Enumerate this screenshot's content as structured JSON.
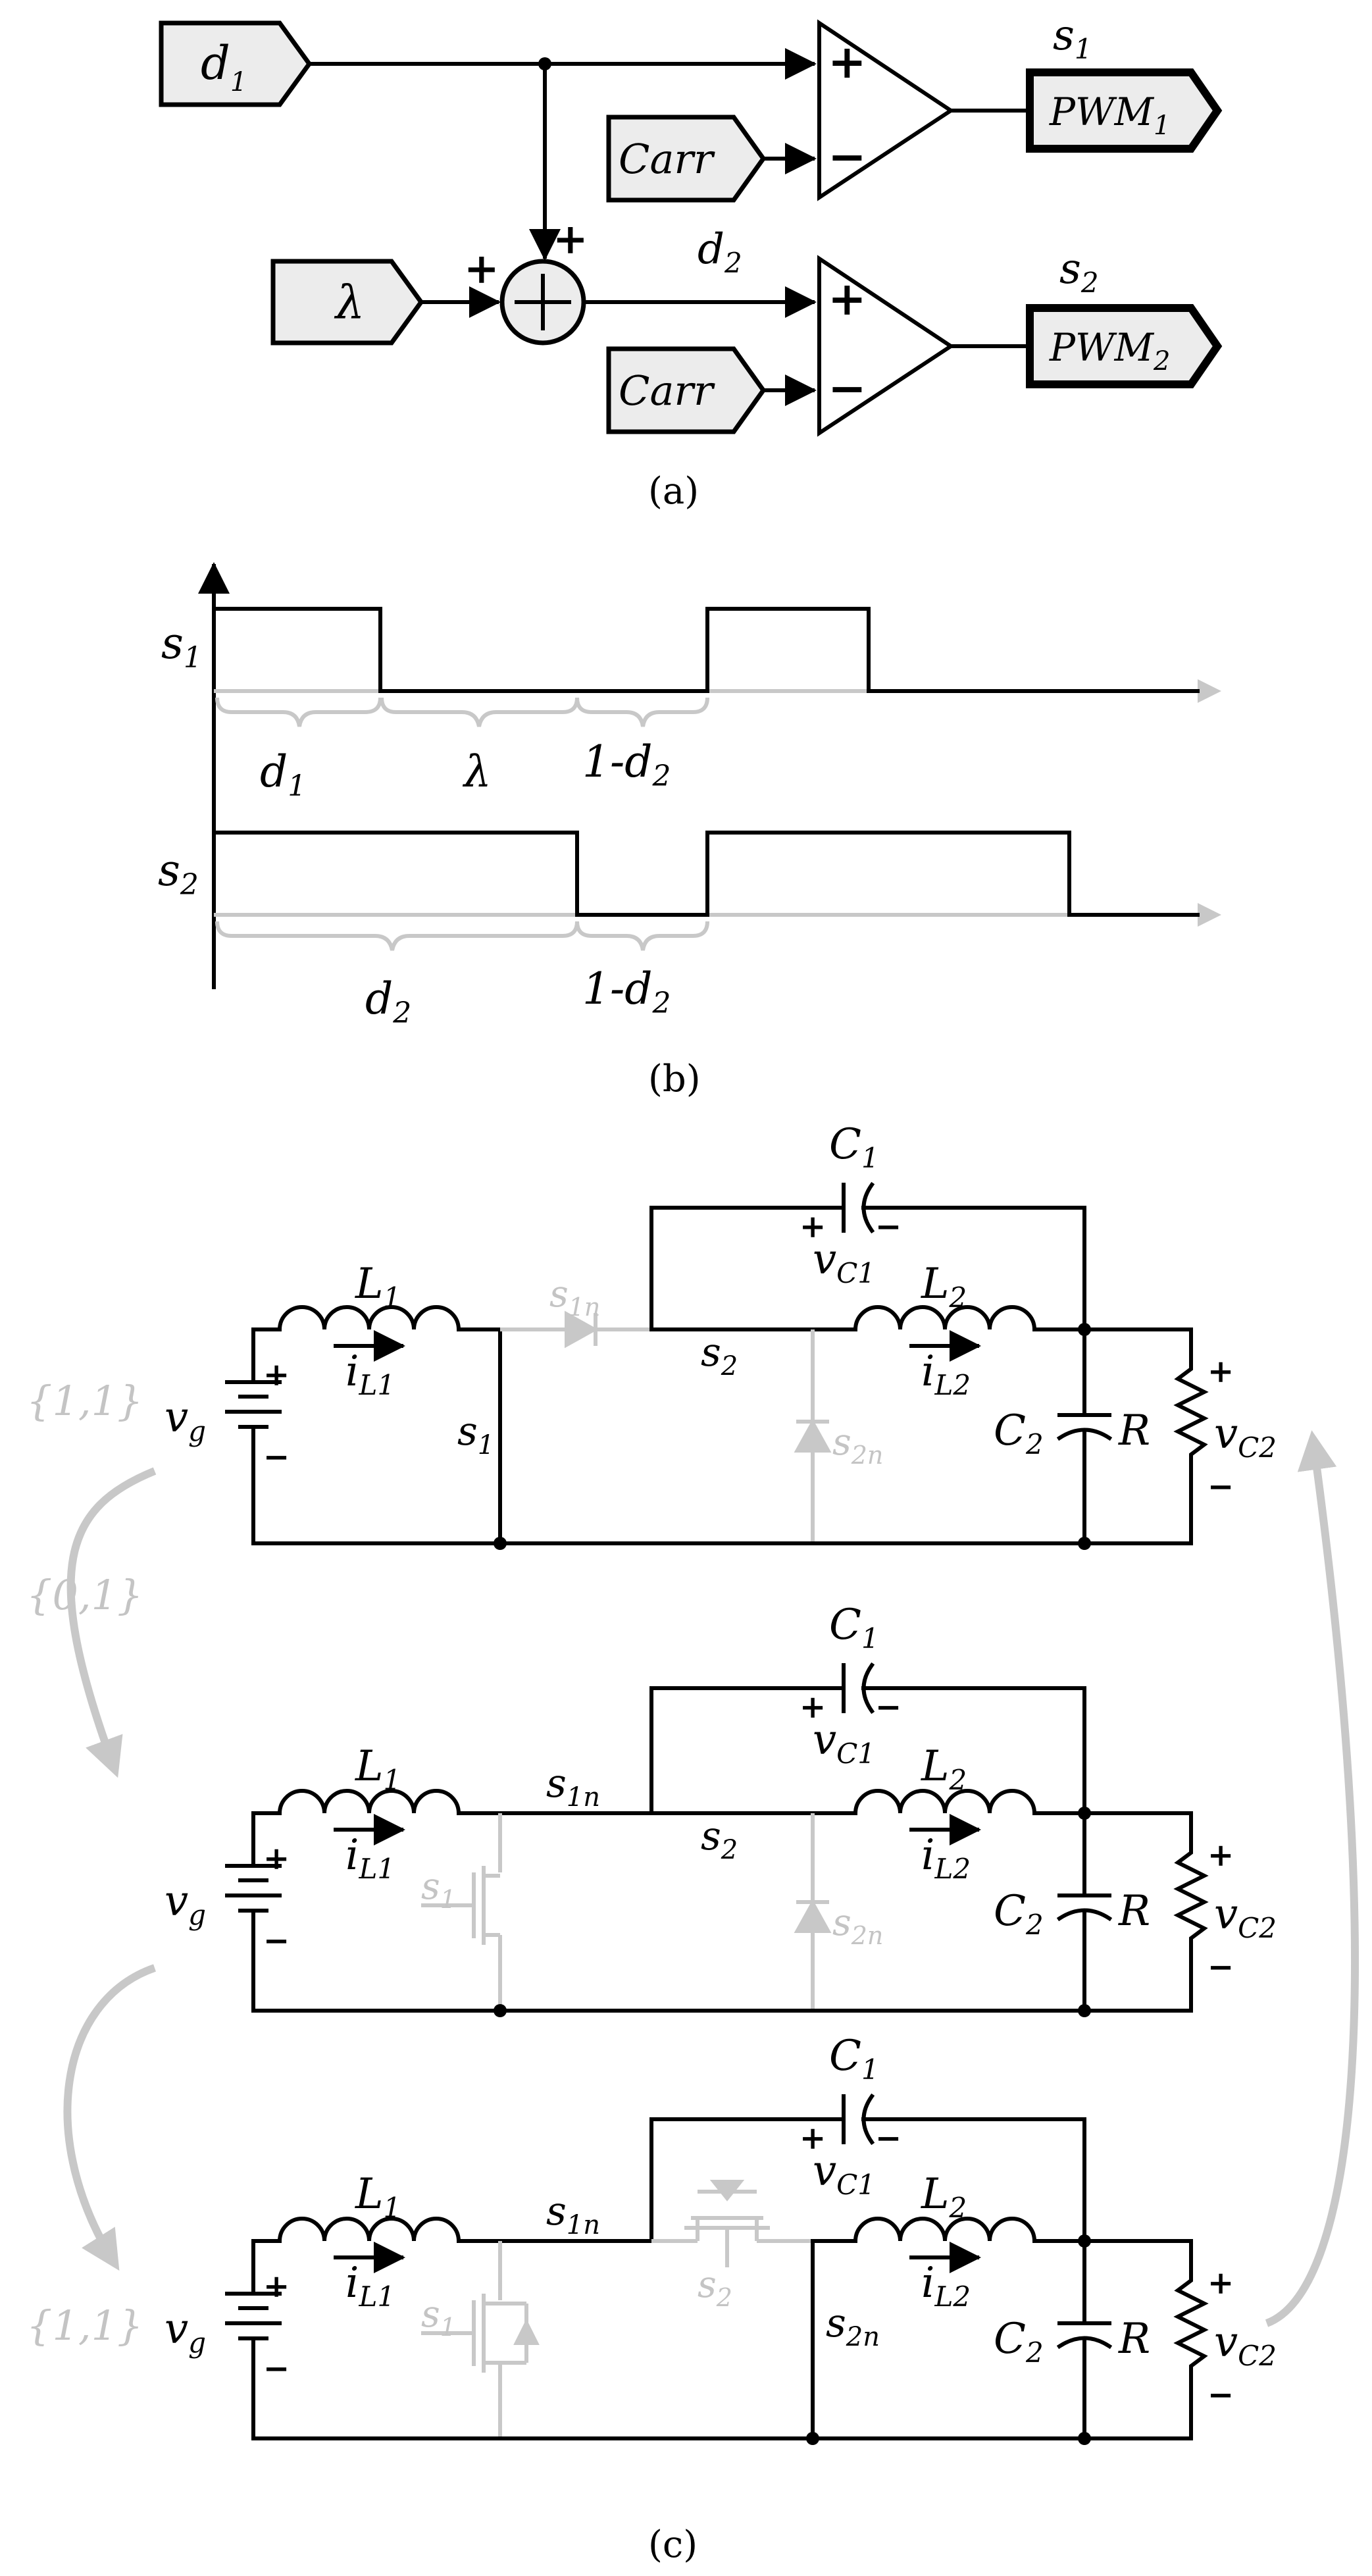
{
  "panel_a": {
    "caption": "(a)",
    "inputs": {
      "d1": "d",
      "d1_sub": "1",
      "lambda": "λ",
      "carr": "Carr"
    },
    "signals": {
      "d2": "d",
      "d2_sub": "2",
      "s1": "s",
      "s1_sub": "1",
      "s2": "s",
      "s2_sub": "2"
    },
    "outputs": {
      "pwm": "PWM",
      "pwm1_sub": "1",
      "pwm2_sub": "2"
    },
    "signs": {
      "plus": "+",
      "minus": "−"
    }
  },
  "panel_b": {
    "caption": "(b)",
    "s1": "s",
    "s1_sub": "1",
    "s2": "s",
    "s2_sub": "2",
    "d1": "d",
    "d1_sub": "1",
    "lambda": "λ",
    "one_minus_d": "1-d",
    "one_minus_d_sub": "2",
    "d2": "d",
    "d2_sub": "2"
  },
  "panel_c": {
    "caption": "(c)",
    "states": [
      "{1,1}",
      "{0,1}",
      "{1,1}"
    ],
    "components": {
      "L": "L",
      "L1_sub": "1",
      "L2_sub": "2",
      "i": "i",
      "iL1_sub": "L1",
      "iL2_sub": "L2",
      "C": "C",
      "C1_sub": "1",
      "C2_sub": "2",
      "v": "v",
      "vC1_sub": "C1",
      "vC2_sub": "C2",
      "vg": "v",
      "vg_sub": "g",
      "R": "R",
      "s": "s",
      "s1_sub": "1",
      "s2_sub": "2",
      "s1n_sub": "1n",
      "s2n_sub": "2n"
    },
    "signs": {
      "plus": "+",
      "minus": "−"
    }
  },
  "colors": {
    "active": "#000000",
    "inactive": "#c8c8c8",
    "block_fill": "#ececec"
  }
}
